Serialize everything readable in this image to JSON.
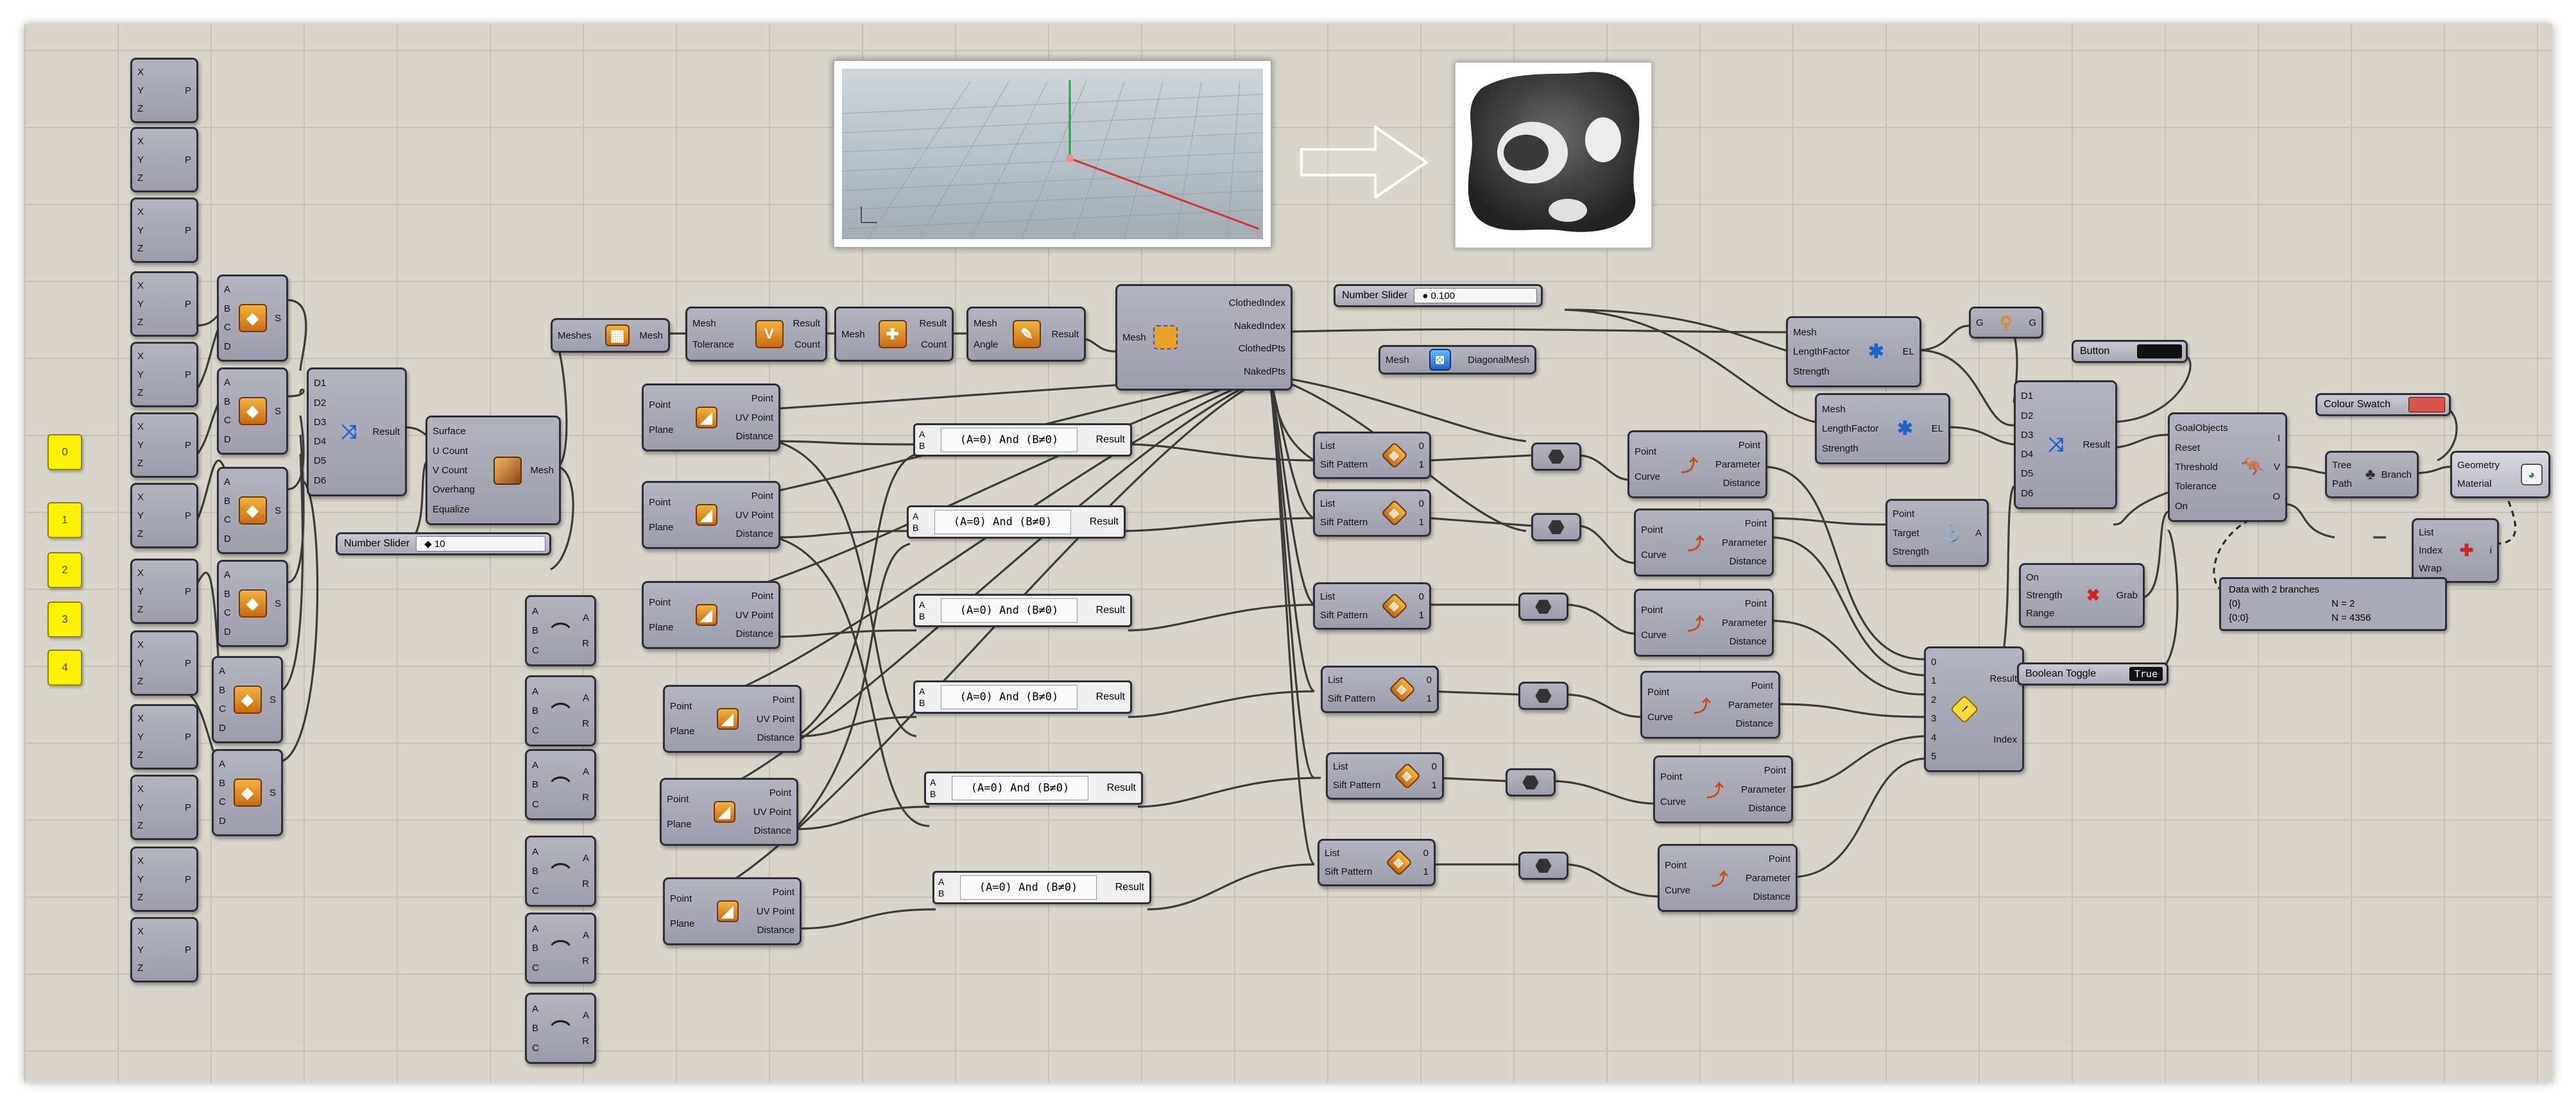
{
  "pins": [
    "0",
    "1",
    "2",
    "3",
    "4"
  ],
  "pt": {
    "x": "X",
    "y": "Y",
    "z": "Z",
    "p": "P"
  },
  "srf4": {
    "a": "A",
    "b": "B",
    "c": "C",
    "d": "D",
    "s": "S"
  },
  "arc": {
    "a": "A",
    "b": "B",
    "c": "C",
    "r": "R"
  },
  "merge": {
    "inputs": [
      "D1",
      "D2",
      "D3",
      "D4",
      "D5",
      "D6"
    ],
    "output": "Result"
  },
  "patch": {
    "inputs": [
      "Surface",
      "U Count",
      "V Count",
      "Overhang",
      "Equalize"
    ],
    "output": "Mesh"
  },
  "slider_main": {
    "label": "Number Slider",
    "value": "10"
  },
  "slider_top": {
    "label": "Number Slider",
    "value": "0.100"
  },
  "meshes": {
    "in": "Meshes",
    "out": "Mesh"
  },
  "weld": {
    "in1": "Mesh",
    "in2": "Tolerance",
    "out1": "Result",
    "out2": "Count"
  },
  "count": {
    "in": "Mesh",
    "out1": "Result",
    "out2": "Count"
  },
  "angle": {
    "in1": "Mesh",
    "in2": "Angle",
    "out": "Result"
  },
  "naked": {
    "in": "Mesh",
    "outs": [
      "ClothedIndex",
      "NakedIndex",
      "ClothedPts",
      "NakedPts"
    ]
  },
  "diag": {
    "in": "Mesh",
    "out": "DiagonalMesh"
  },
  "cp": {
    "inputs": [
      "Point",
      "Plane"
    ],
    "outputs": [
      "Point",
      "UV Point",
      "Distance"
    ]
  },
  "expr": {
    "a": "A",
    "b": "B",
    "code": "(A=0) And (B≠0)",
    "out": "Result"
  },
  "sift": {
    "inputs": [
      "List",
      "Sift Pattern"
    ],
    "outputs": [
      "0",
      "1"
    ]
  },
  "ccp": {
    "inputs": [
      "Point",
      "Curve"
    ],
    "outputs": [
      "Point",
      "Parameter",
      "Distance"
    ]
  },
  "edge": {
    "inputs": [
      "Mesh",
      "LengthFactor",
      "Strength"
    ],
    "out": "EL"
  },
  "anchor": {
    "inputs": [
      "Point",
      "Target",
      "Strength"
    ],
    "out": "A"
  },
  "gcomp": {
    "in": "G",
    "out": "G"
  },
  "button": {
    "label": "Button"
  },
  "toggle": {
    "label": "Boolean Toggle",
    "value": "True"
  },
  "swatch": {
    "label": "Colour Swatch",
    "color": "#d9534f"
  },
  "merge2": {
    "inputs": [
      "D1",
      "D2",
      "D3",
      "D4",
      "D5",
      "D6"
    ],
    "output": "Result"
  },
  "merge3": {
    "inputs": [
      "0",
      "1",
      "2",
      "3",
      "4",
      "5"
    ],
    "outputs": [
      "Result",
      "Index"
    ]
  },
  "kangaroo": {
    "inputs": [
      "GoalObjects",
      "Reset",
      "Threshold",
      "Tolerance",
      "On"
    ],
    "outputs": [
      "I",
      "V",
      "O"
    ]
  },
  "grab": {
    "inputs": [
      "On",
      "Strength",
      "Range"
    ],
    "out": "Grab"
  },
  "branch": {
    "inputs": [
      "Tree",
      "Path"
    ],
    "out": "Branch"
  },
  "listitem": {
    "inputs": [
      "List",
      "Index",
      "Wrap"
    ],
    "out": "i"
  },
  "preview": {
    "inputs": [
      "Geometry",
      "Material"
    ]
  },
  "panel": {
    "line1": "Data with 2 branches",
    "line2a": "{0}",
    "line2b": "N = 2",
    "line3a": "{0;0}",
    "line3b": "N = 4356"
  },
  "colors": {
    "canvas": "#d9d5cc",
    "node": "#a6a6b4",
    "wire": "#2b2b2b"
  }
}
